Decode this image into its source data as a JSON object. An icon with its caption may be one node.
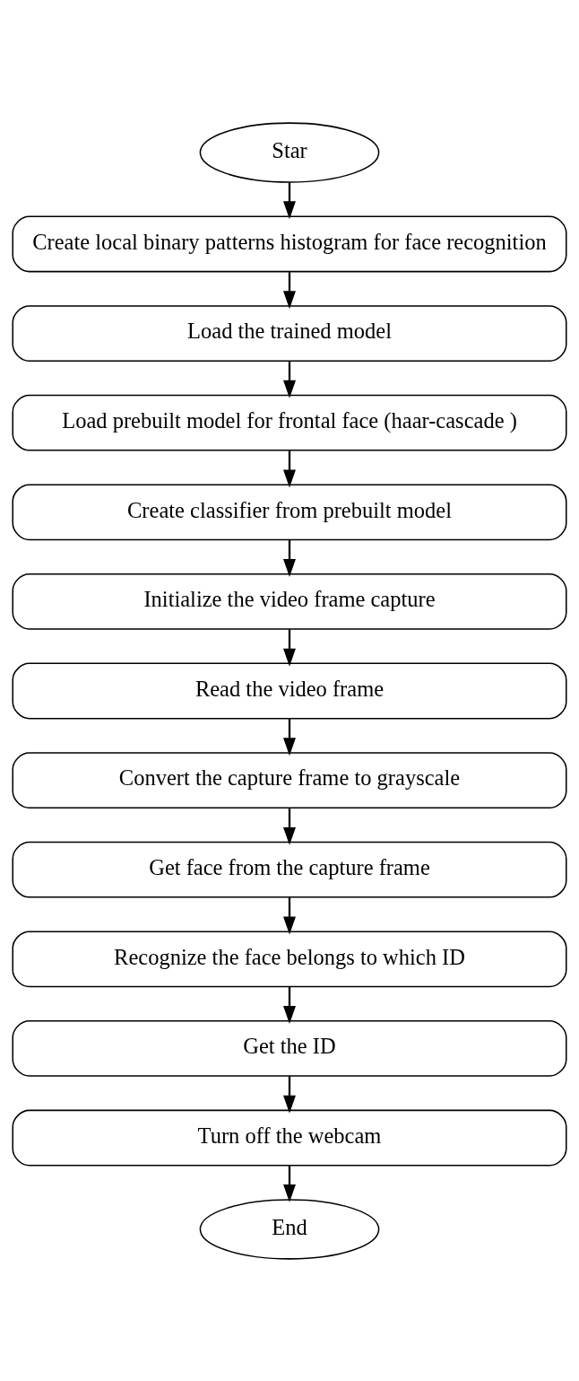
{
  "diagram": {
    "nodes": [
      {
        "text": [
          "Star"
        ]
      },
      {
        "text": [
          "Create local binary patterns histogram for face recognition"
        ]
      },
      {
        "text": [
          "Load the trained model"
        ]
      },
      {
        "text": [
          "Load prebuilt model for frontal face (haar-cascade )"
        ]
      },
      {
        "text": [
          "Create classifier from prebuilt model"
        ]
      },
      {
        "text": [
          "Initialize the video frame capture"
        ]
      },
      {
        "text": [
          "Read the video frame"
        ]
      },
      {
        "text": [
          "Convert the capture frame to grayscale"
        ]
      },
      {
        "text": [
          "Get face from the capture frame"
        ]
      },
      {
        "text": [
          "Recognize the face belongs to which ID"
        ]
      },
      {
        "text": [
          "Get the ID"
        ]
      },
      {
        "text": [
          "Turn off the webcam"
        ]
      },
      {
        "text": [
          "End"
        ]
      }
    ],
    "edges": [
      {
        "from": 0,
        "to": 1,
        "arrow": "to"
      },
      {
        "from": 1,
        "to": 2,
        "arrow": "to"
      },
      {
        "from": 2,
        "to": 3,
        "arrow": "to"
      },
      {
        "from": 3,
        "to": 4,
        "arrow": "to"
      },
      {
        "from": 4,
        "to": 5,
        "arrow": "to"
      },
      {
        "from": 5,
        "to": 6,
        "arrow": "to"
      },
      {
        "from": 6,
        "to": 7,
        "arrow": "to"
      },
      {
        "from": 7,
        "to": 8,
        "arrow": "to"
      },
      {
        "from": 8,
        "to": 9,
        "arrow": "to"
      },
      {
        "from": 9,
        "to": 10,
        "arrow": "to"
      },
      {
        "from": 10,
        "to": 11,
        "arrow": "to"
      },
      {
        "from": 11,
        "to": 12,
        "arrow": "to"
      }
    ]
  }
}
